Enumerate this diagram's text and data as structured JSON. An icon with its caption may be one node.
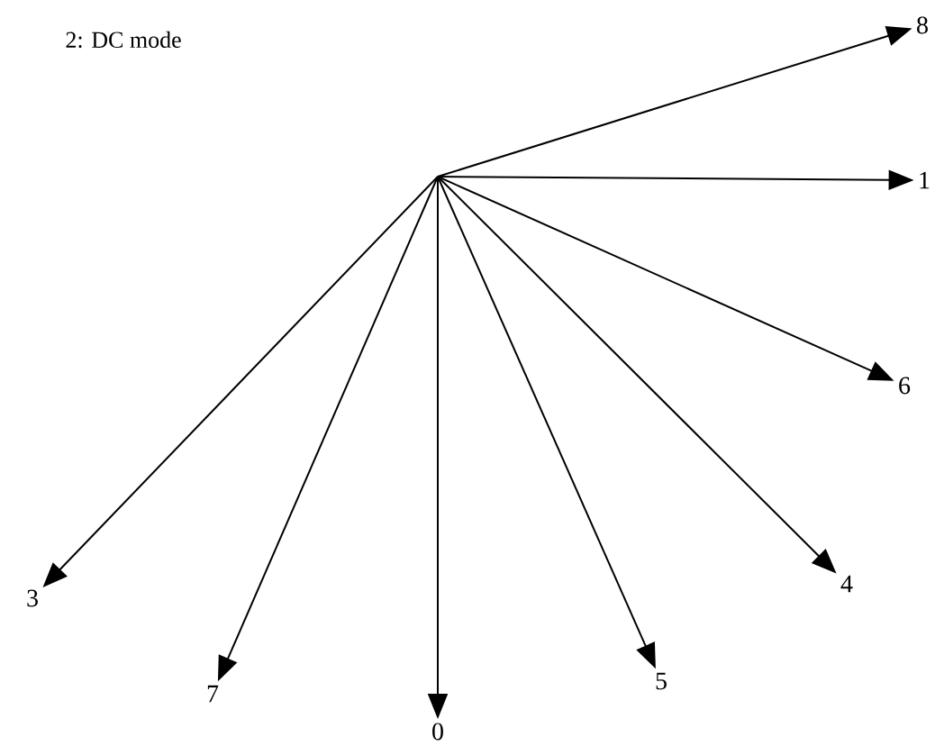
{
  "diagram": {
    "title": "2: DC mode",
    "nodes": [
      {
        "text": [
          "8"
        ]
      },
      {
        "text": [
          "1"
        ]
      },
      {
        "text": [
          "6"
        ]
      },
      {
        "text": [
          "3"
        ]
      },
      {
        "text": [
          "4"
        ]
      },
      {
        "text": [
          "7"
        ]
      },
      {
        "text": [
          "5"
        ]
      },
      {
        "text": [
          "0"
        ]
      }
    ],
    "edges": [
      {
        "from": null,
        "to": 0,
        "arrow": "to"
      },
      {
        "from": null,
        "to": 1,
        "arrow": "to"
      },
      {
        "from": null,
        "to": 2,
        "arrow": "to"
      },
      {
        "from": null,
        "to": 3,
        "arrow": "to"
      },
      {
        "from": null,
        "to": 4,
        "arrow": "to"
      },
      {
        "from": null,
        "to": 5,
        "arrow": "to"
      },
      {
        "from": null,
        "to": 6,
        "arrow": "to"
      },
      {
        "from": null,
        "to": 7,
        "arrow": "to"
      }
    ]
  }
}
